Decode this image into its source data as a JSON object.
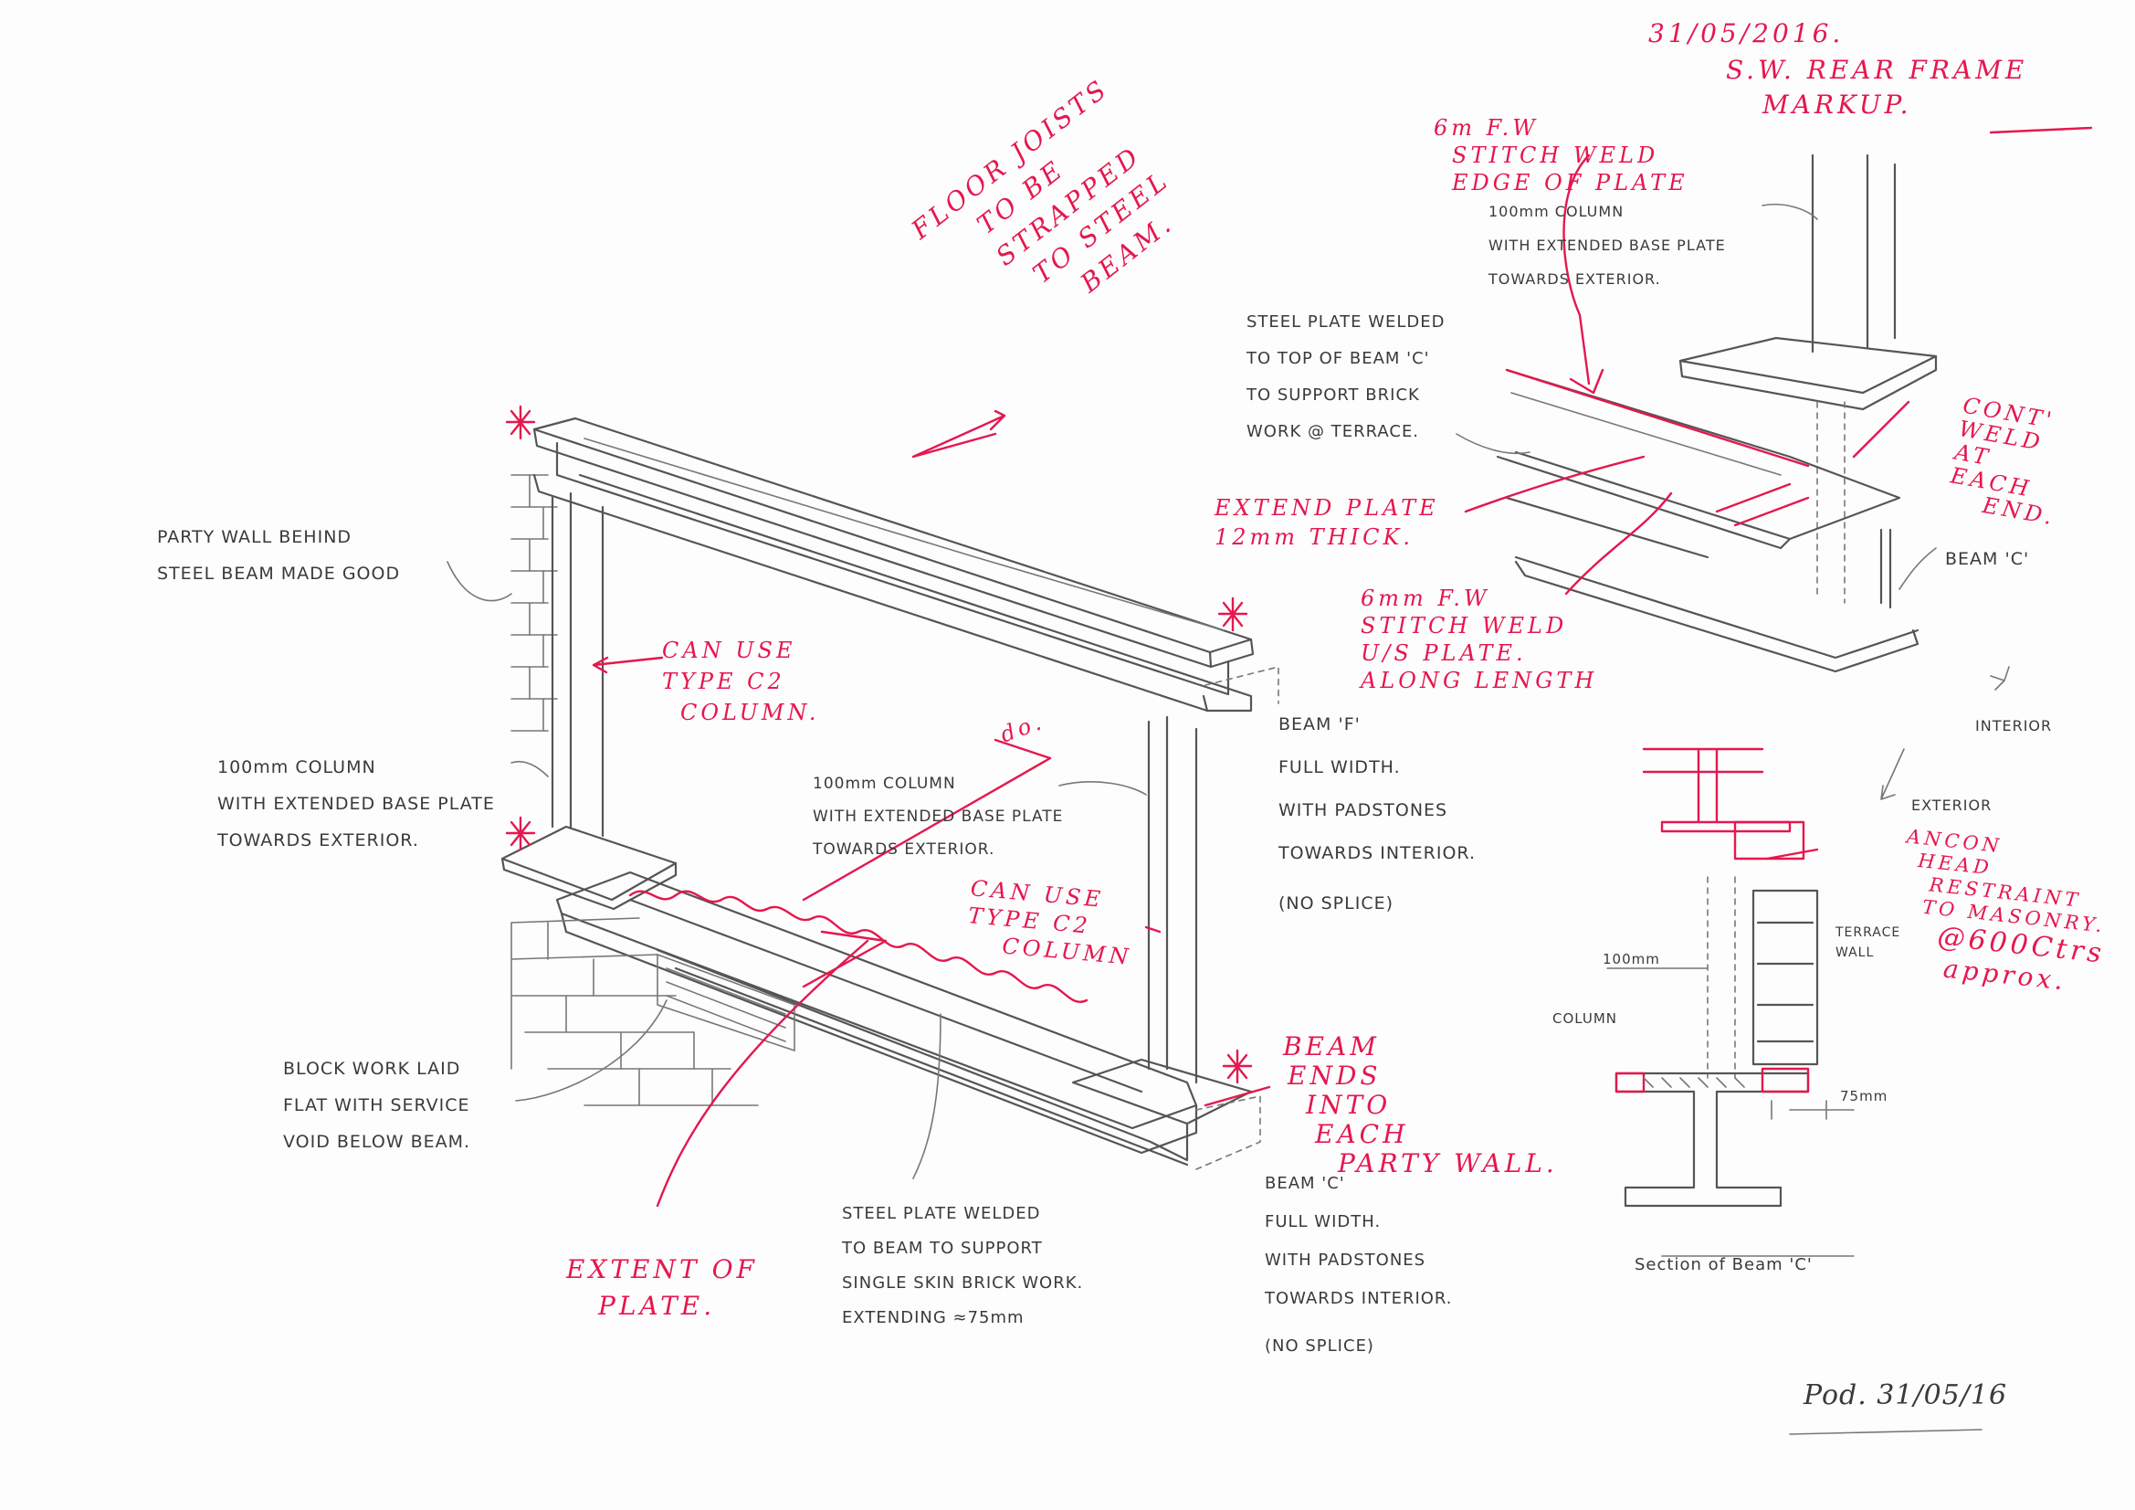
{
  "colors": {
    "paper": "#fdfdfd",
    "pencil": "#555555",
    "markup": "#e5174e"
  },
  "markup_header": {
    "date": "31/05/2016.",
    "title_line1": "S.W. REAR FRAME",
    "title_line2": "MARKUP."
  },
  "pencil_notes": {
    "party_wall": [
      "PARTY WALL BEHIND",
      "STEEL BEAM MADE GOOD"
    ],
    "column_left": [
      "100mm COLUMN",
      "WITH EXTENDED BASE PLATE",
      "TOWARDS EXTERIOR."
    ],
    "column_centre": [
      "100mm COLUMN",
      "WITH EXTENDED BASE PLATE",
      "TOWARDS EXTERIOR."
    ],
    "column_top": [
      "100mm COLUMN",
      "WITH EXTENDED BASE PLATE",
      "TOWARDS EXTERIOR."
    ],
    "steel_plate_top": [
      "STEEL PLATE WELDED",
      "TO TOP OF BEAM 'C'",
      "TO SUPPORT BRICK",
      "WORK @ TERRACE."
    ],
    "beam_f": [
      "BEAM 'F'",
      "FULL WIDTH.",
      "WITH PADSTONES",
      "TOWARDS INTERIOR.",
      "(NO SPLICE)"
    ],
    "beam_c_label": "BEAM 'C'",
    "block_work": [
      "BLOCK WORK LAID",
      "FLAT WITH SERVICE",
      "VOID BELOW BEAM."
    ],
    "steel_plate_beam": [
      "STEEL PLATE WELDED",
      "TO BEAM TO SUPPORT",
      "SINGLE SKIN BRICK WORK.",
      "EXTENDING ≈75mm"
    ],
    "beam_c_lower": [
      "BEAM 'C'",
      "FULL WIDTH.",
      "WITH PADSTONES",
      "TOWARDS INTERIOR.",
      "(NO SPLICE)"
    ],
    "interior": "INTERIOR",
    "exterior": "EXTERIOR",
    "dim_100": "100mm",
    "column": "COLUMN",
    "terrace_wall": [
      "TERRACE",
      "WALL"
    ],
    "dim_75": "75mm",
    "section_title": "Section of Beam 'C'",
    "signature": "Pod. 31/05/16"
  },
  "red_notes": {
    "floor_joists": [
      "FLOOR JOISTS",
      "TO BE",
      "STRAPPED",
      "TO STEEL",
      "BEAM."
    ],
    "type_c2_left": [
      "CAN USE",
      "TYPE C2",
      "COLUMN."
    ],
    "ditto": "do.",
    "type_c2_right": [
      "CAN USE",
      "TYPE C2",
      "COLUMN"
    ],
    "beam_ends": [
      "BEAM",
      "ENDS",
      "INTO",
      "EACH",
      "PARTY WALL."
    ],
    "extent_of_plate": [
      "EXTENT OF",
      "PLATE."
    ],
    "stitch_weld_top": [
      "6m F.W",
      "STITCH WELD",
      "EDGE OF PLATE"
    ],
    "extend_plate": [
      "EXTEND PLATE",
      "12mm THICK."
    ],
    "stitch_weld_under": [
      "6mm F.W",
      "STITCH WELD",
      "U/S PLATE.",
      "ALONG LENGTH"
    ],
    "cont_weld": [
      "CONT'",
      "WELD",
      "AT",
      "EACH",
      "END."
    ],
    "ancon": [
      "ANCON",
      "HEAD",
      "RESTRAINT",
      "TO MASONRY.",
      "@600Ctrs",
      "approx."
    ]
  }
}
